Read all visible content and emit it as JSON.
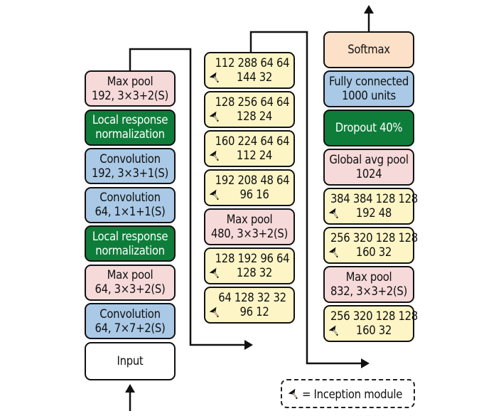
{
  "colors": {
    "white": "#ffffff",
    "pink": "#f6d9d9",
    "green": "#0e7d3a",
    "blue": "#a9c9e6",
    "yellow": "#fdf5c6",
    "peach": "#fde0c8"
  },
  "columns": {
    "left": [
      {
        "lines": [
          "Max pool",
          "192, 3×3+2(S)"
        ],
        "color": "pink"
      },
      {
        "lines": [
          "Local response",
          "normalization"
        ],
        "color": "green"
      },
      {
        "lines": [
          "Convolution",
          "192, 3×3+1(S)"
        ],
        "color": "blue"
      },
      {
        "lines": [
          "Convolution",
          "64, 1×1+1(S)"
        ],
        "color": "blue"
      },
      {
        "lines": [
          "Local response",
          "normalization"
        ],
        "color": "green"
      },
      {
        "lines": [
          "Max pool",
          "64, 3×3+2(S)"
        ],
        "color": "pink"
      },
      {
        "lines": [
          "Convolution",
          "64, 7×7+2(S)"
        ],
        "color": "blue"
      },
      {
        "lines": [
          "Input"
        ],
        "color": "white"
      }
    ],
    "middle": [
      {
        "lines": [
          "112 288 64 64",
          "144 32"
        ],
        "color": "yellow",
        "inception": true
      },
      {
        "lines": [
          "128 256 64 64",
          "128 24"
        ],
        "color": "yellow",
        "inception": true
      },
      {
        "lines": [
          "160 224 64 64",
          "112 24"
        ],
        "color": "yellow",
        "inception": true
      },
      {
        "lines": [
          "192 208 48 64",
          "96 16"
        ],
        "color": "yellow",
        "inception": true
      },
      {
        "lines": [
          "Max pool",
          "480, 3×3+2(S)"
        ],
        "color": "pink"
      },
      {
        "lines": [
          "128 192 96 64",
          "128 32"
        ],
        "color": "yellow",
        "inception": true
      },
      {
        "lines": [
          "64 128 32 32",
          "96 12"
        ],
        "color": "yellow",
        "inception": true
      }
    ],
    "right": [
      {
        "lines": [
          "Softmax"
        ],
        "color": "peach"
      },
      {
        "lines": [
          "Fully connected",
          "1000 units"
        ],
        "color": "blue"
      },
      {
        "lines": [
          "Dropout 40%"
        ],
        "color": "green"
      },
      {
        "lines": [
          "Global avg pool",
          "1024"
        ],
        "color": "pink"
      },
      {
        "lines": [
          "384 384 128 128",
          "192 48"
        ],
        "color": "yellow",
        "inception": true
      },
      {
        "lines": [
          "256 320 128 128",
          "160 32"
        ],
        "color": "yellow",
        "inception": true
      },
      {
        "lines": [
          "Max pool",
          "832, 3×3+2(S)"
        ],
        "color": "pink"
      },
      {
        "lines": [
          "256 320 128 128",
          "160 32"
        ],
        "color": "yellow",
        "inception": true
      }
    ]
  },
  "legend": {
    "icon": "inception-module-icon",
    "text": "= Inception module"
  }
}
